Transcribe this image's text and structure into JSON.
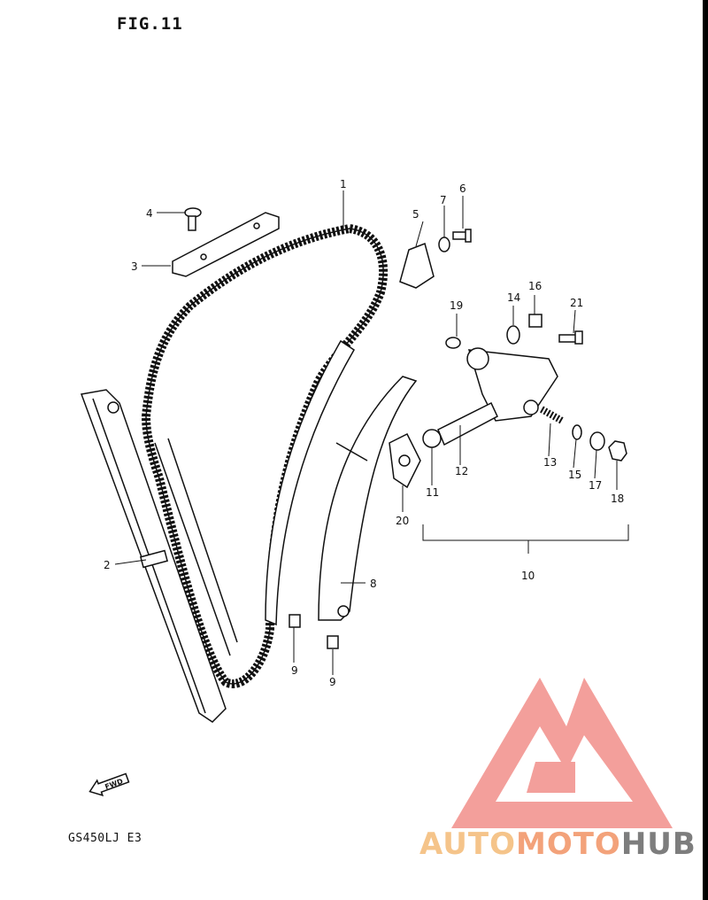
{
  "figure": {
    "title": "FIG.11",
    "model_code": "GS450LJ  E3"
  },
  "fwd_label": "FWD",
  "parts": [
    {
      "id": "1",
      "label": "1"
    },
    {
      "id": "2",
      "label": "2"
    },
    {
      "id": "3",
      "label": "3"
    },
    {
      "id": "4",
      "label": "4"
    },
    {
      "id": "5",
      "label": "5"
    },
    {
      "id": "6",
      "label": "6"
    },
    {
      "id": "7",
      "label": "7"
    },
    {
      "id": "8",
      "label": "8"
    },
    {
      "id": "9a",
      "label": "9"
    },
    {
      "id": "9b",
      "label": "9"
    },
    {
      "id": "10",
      "label": "10"
    },
    {
      "id": "11",
      "label": "11"
    },
    {
      "id": "12",
      "label": "12"
    },
    {
      "id": "13",
      "label": "13"
    },
    {
      "id": "14",
      "label": "14"
    },
    {
      "id": "15",
      "label": "15"
    },
    {
      "id": "16",
      "label": "16"
    },
    {
      "id": "17",
      "label": "17"
    },
    {
      "id": "18",
      "label": "18"
    },
    {
      "id": "19",
      "label": "19"
    },
    {
      "id": "20",
      "label": "20"
    },
    {
      "id": "21",
      "label": "21"
    }
  ],
  "watermark": {
    "part1": "AUTO",
    "part2": "MOTO",
    "part3": "HUB"
  },
  "colors": {
    "ink": "#111111",
    "watermark_red": "#f28f8a",
    "watermark_orange": "#f5c48a",
    "watermark_gray": "#7d7d7d"
  }
}
